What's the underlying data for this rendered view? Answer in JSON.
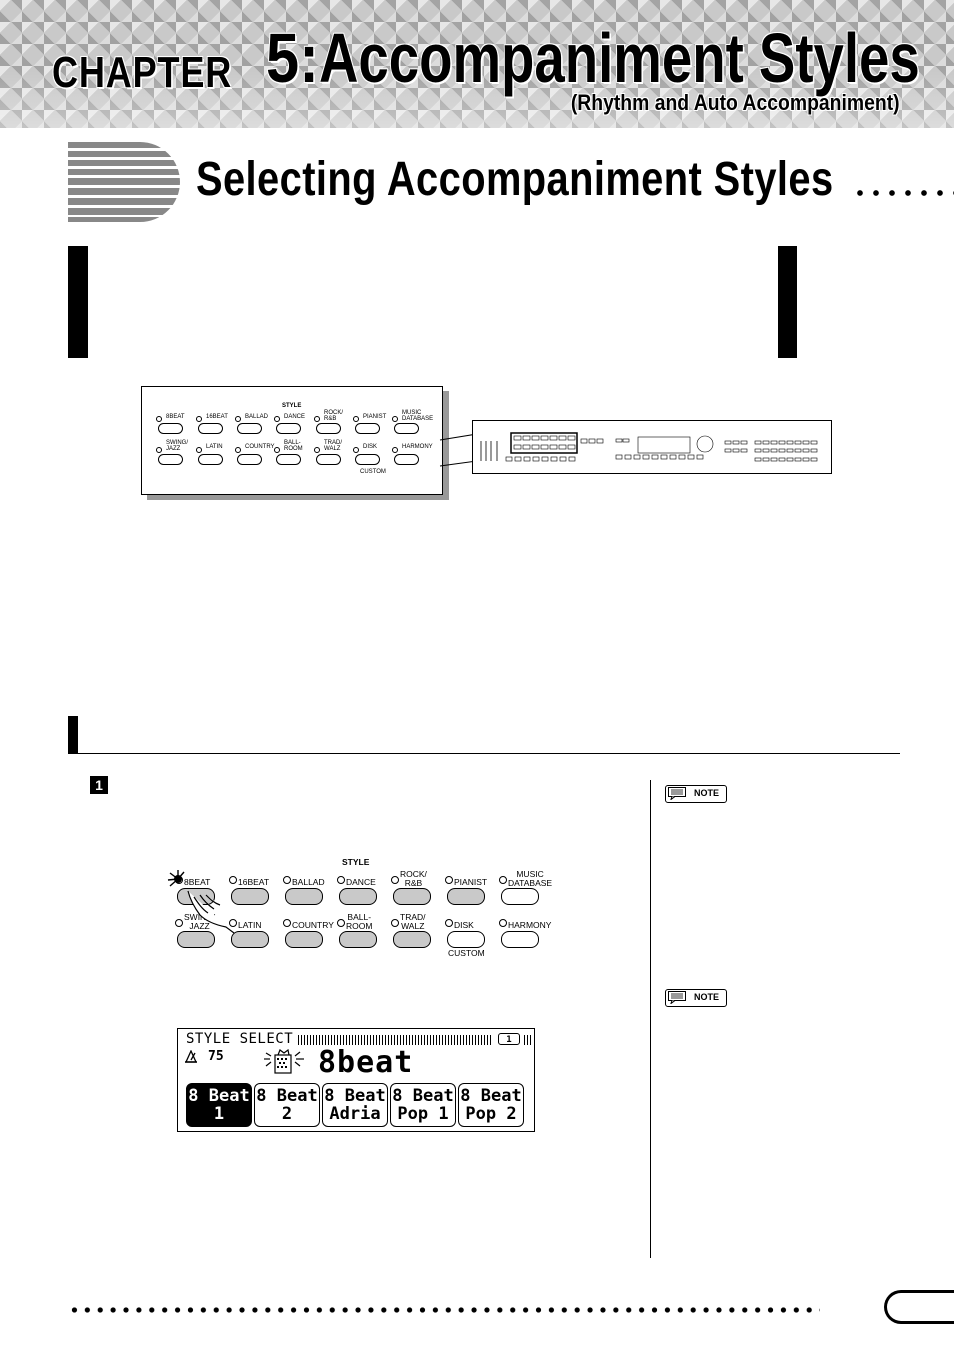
{
  "header": {
    "chapter_word": "CHAPTER",
    "chapter_number": "5:",
    "chapter_title": "Accompaniment Styles",
    "subtitle": "(Rhythm and Auto Accompaniment)"
  },
  "section": {
    "title": "Selecting Accompaniment Styles"
  },
  "small_panel": {
    "heading": "STYLE",
    "row1": [
      "8BEAT",
      "16BEAT",
      "BALLAD",
      "DANCE",
      "ROCK/\nR&B",
      "PIANIST",
      "MUSIC\nDATABASE"
    ],
    "row2": [
      "SWING/\nJAZZ",
      "LATIN",
      "COUNTRY",
      "BALL-\nROOM",
      "TRAD/\nWALZ",
      "DISK",
      "HARMONY"
    ],
    "disk_sub": "CUSTOM"
  },
  "step": {
    "number": "1"
  },
  "big_panel": {
    "heading": "STYLE",
    "row1": [
      "8BEAT",
      "16BEAT",
      "BALLAD",
      "DANCE",
      "ROCK/\nR&B",
      "PIANIST",
      "MUSIC\nDATABASE"
    ],
    "row2": [
      "SWING/\nJAZZ",
      "LATIN",
      "COUNTRY",
      "BALL-\nROOM",
      "TRAD/\nWALZ",
      "DISK",
      "HARMONY"
    ],
    "disk_sub": "CUSTOM",
    "active": "8BEAT"
  },
  "notes": [
    "NOTE",
    "NOTE"
  ],
  "lcd": {
    "title": "STYLE SELECT",
    "page": "1",
    "tempo": "75",
    "style_name": "8beat",
    "tabs": [
      "8 Beat\n1",
      "8 Beat\n2",
      "8 Beat\nAdria",
      "8 Beat\nPop 1",
      "8 Beat\nPop 2"
    ],
    "selected_index": 0
  }
}
